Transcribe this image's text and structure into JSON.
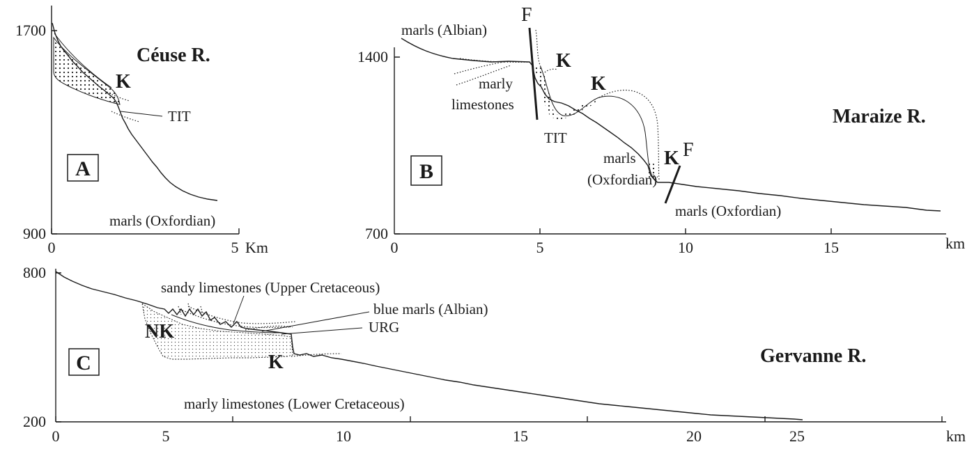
{
  "panels": {
    "A": {
      "letter": "A",
      "river": "Céuse R.",
      "y_ticks": [
        "1700",
        "900"
      ],
      "x_ticks": [
        "0",
        "5"
      ],
      "x_unit": "Km",
      "labels": {
        "k": "K",
        "tit": "TIT",
        "marls": "marls (Oxfordian)"
      }
    },
    "B": {
      "letter": "B",
      "river": "Maraize R.",
      "y_ticks": [
        "1400",
        "700"
      ],
      "x_ticks": [
        "0",
        "5",
        "10",
        "15"
      ],
      "x_unit": "km",
      "labels": {
        "marls_albian": "marls (Albian)",
        "marly": "marly",
        "limestones": "limestones",
        "f": "F",
        "k": "K",
        "tit": "TIT",
        "marls": "marls",
        "oxfordian": "(Oxfordian)",
        "marls_oxfordian": "marls (Oxfordian)"
      }
    },
    "C": {
      "letter": "C",
      "river": "Gervanne R.",
      "y_ticks": [
        "800",
        "200"
      ],
      "x_ticks": [
        "0",
        "5",
        "10",
        "15",
        "20",
        "25"
      ],
      "x_unit": "km",
      "labels": {
        "sandy": "sandy limestones (Upper Cretaceous)",
        "blue": "blue marls (Albian)",
        "urg": "URG",
        "nk": "NK",
        "k": "K",
        "marly": "marly limestones (Lower Cretaceous)"
      }
    }
  }
}
